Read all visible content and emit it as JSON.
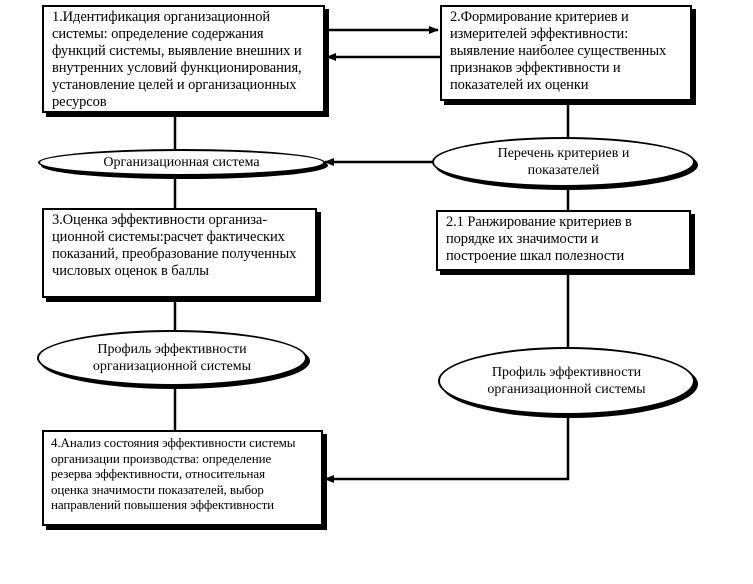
{
  "boxes": {
    "box1": "1.Идентификация организационной\nсистемы: определение содержания\nфункций системы, выявление внешних и\nвнутренних условий функционирования,\nустановление целей и организационных\nресурсов",
    "box2": "2.Формирование критериев и\nизмерителей эффективности:\nвыявление наиболее существенных\nпризнаков эффективности и\nпоказателей их оценки",
    "box21": "2.1 Ранжирование критериев в\nпорядке их значимости и\nпостроение шкал полезности",
    "box3": "3.Оценка эффективности организа-\nционной системы:расчет фактических\nпоказаний, преобразование полученных\nчисловых оценок в баллы",
    "box4": "4.Анализ состояния эффективности системы\nорганизации производства: определение\nрезерва эффективности, относительная\nоценка значимости показателей, выбор\nнаправлений повышения эффективности"
  },
  "ovals": {
    "org_system": "Организационная система",
    "criteria_list": "Перечень критериев и\nпоказателей",
    "profile_left": "Профиль эффективности\nорганизационной системы",
    "profile_right": "Профиль эффективности\nорганизационной системы"
  },
  "colors": {
    "line": "#000000",
    "background": "#ffffff"
  }
}
